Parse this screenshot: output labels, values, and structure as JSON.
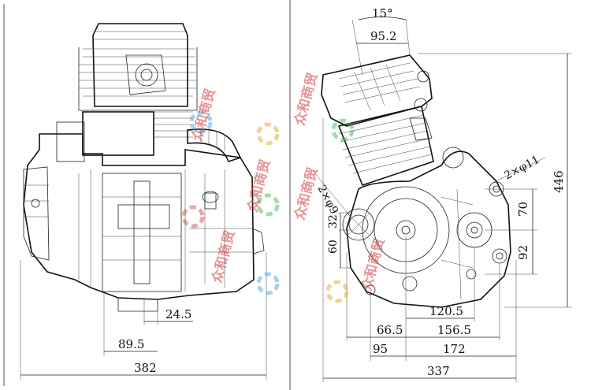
{
  "dimensions": {
    "front_width": "382",
    "front_89_5": "89.5",
    "front_24_5": "24.5",
    "side_width": "337",
    "side_95": "95",
    "side_172": "172",
    "side_66_5": "66.5",
    "side_156_5": "156.5",
    "side_120_5": "120.5",
    "side_height": "446",
    "side_70": "70",
    "side_92": "92",
    "side_60": "60",
    "side_32": "32",
    "angle": "15°",
    "side_95_2": "95.2",
    "hole_2x11": "2×φ11",
    "hole_2x9": "2×φ9"
  },
  "watermark": {
    "text": "众和商贸"
  },
  "colors": {
    "line": "#222222",
    "watermark": "#d23a3a"
  }
}
